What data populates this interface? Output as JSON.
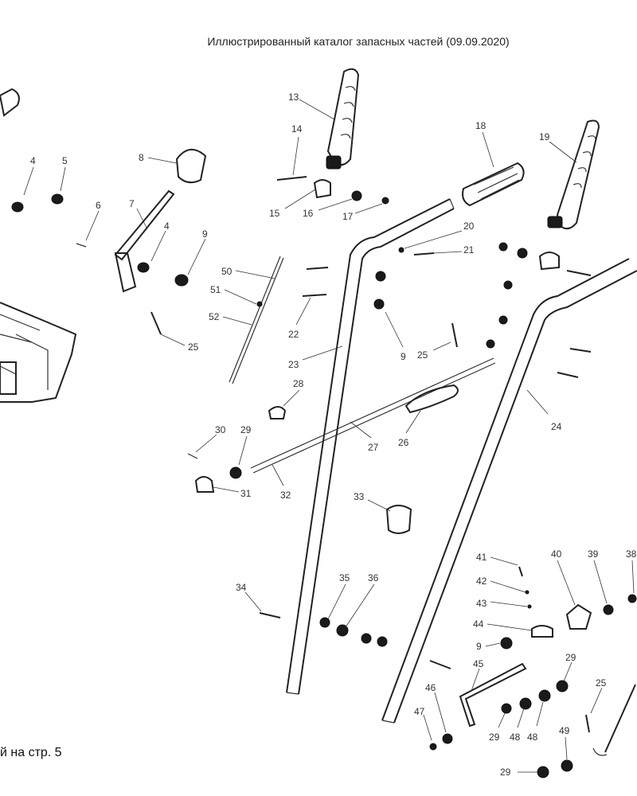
{
  "header": {
    "title": "Иллюстрированный каталог запасных частей (09.09.2020)"
  },
  "footer": {
    "note": "й на стр. 5"
  },
  "callouts": [
    {
      "id": "c4a",
      "label": "4"
    },
    {
      "id": "c5",
      "label": "5"
    },
    {
      "id": "c6",
      "label": "6"
    },
    {
      "id": "c8",
      "label": "8"
    },
    {
      "id": "c7",
      "label": "7"
    },
    {
      "id": "c4b",
      "label": "4"
    },
    {
      "id": "c9a",
      "label": "9"
    },
    {
      "id": "c13",
      "label": "13"
    },
    {
      "id": "c14",
      "label": "14"
    },
    {
      "id": "c15",
      "label": "15"
    },
    {
      "id": "c16",
      "label": "16"
    },
    {
      "id": "c17",
      "label": "17"
    },
    {
      "id": "c18",
      "label": "18"
    },
    {
      "id": "c19",
      "label": "19"
    },
    {
      "id": "c20",
      "label": "20"
    },
    {
      "id": "c21",
      "label": "21"
    },
    {
      "id": "c50",
      "label": "50"
    },
    {
      "id": "c51",
      "label": "51"
    },
    {
      "id": "c52",
      "label": "52"
    },
    {
      "id": "c25a",
      "label": "25"
    },
    {
      "id": "c22",
      "label": "22"
    },
    {
      "id": "c23",
      "label": "23"
    },
    {
      "id": "c9b",
      "label": "9"
    },
    {
      "id": "c25b",
      "label": "25"
    },
    {
      "id": "c24",
      "label": "24"
    },
    {
      "id": "c28",
      "label": "28"
    },
    {
      "id": "c30",
      "label": "30"
    },
    {
      "id": "c29a",
      "label": "29"
    },
    {
      "id": "c27",
      "label": "27"
    },
    {
      "id": "c26",
      "label": "26"
    },
    {
      "id": "c31",
      "label": "31"
    },
    {
      "id": "c32",
      "label": "32"
    },
    {
      "id": "c33",
      "label": "33"
    },
    {
      "id": "c34",
      "label": "34"
    },
    {
      "id": "c35",
      "label": "35"
    },
    {
      "id": "c36",
      "label": "36"
    },
    {
      "id": "c41",
      "label": "41"
    },
    {
      "id": "c40",
      "label": "40"
    },
    {
      "id": "c39",
      "label": "39"
    },
    {
      "id": "c38",
      "label": "38"
    },
    {
      "id": "c42",
      "label": "42"
    },
    {
      "id": "c43",
      "label": "43"
    },
    {
      "id": "c44",
      "label": "44"
    },
    {
      "id": "c9c",
      "label": "9"
    },
    {
      "id": "c45",
      "label": "45"
    },
    {
      "id": "c29b",
      "label": "29"
    },
    {
      "id": "c46",
      "label": "46"
    },
    {
      "id": "c25c",
      "label": "25"
    },
    {
      "id": "c47",
      "label": "47"
    },
    {
      "id": "c29c",
      "label": "29"
    },
    {
      "id": "c48a",
      "label": "48"
    },
    {
      "id": "c48b",
      "label": "48"
    },
    {
      "id": "c49",
      "label": "49"
    },
    {
      "id": "c29d",
      "label": "29"
    }
  ]
}
